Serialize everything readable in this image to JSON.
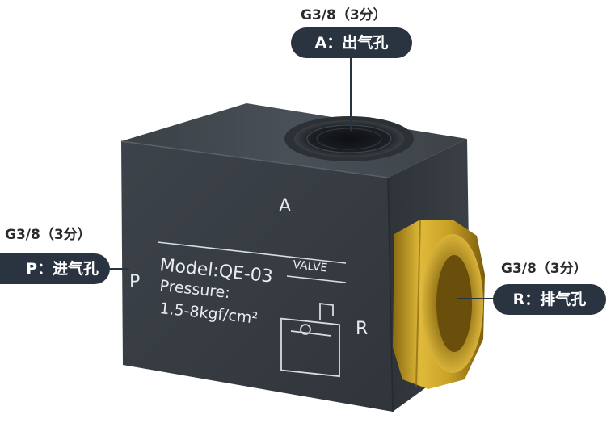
{
  "callouts": {
    "outlet": {
      "thread": "G3/8（3分）",
      "label": "A：出气孔"
    },
    "inlet": {
      "thread": "G3/8（3分）",
      "label": "P：进气孔"
    },
    "exhaust": {
      "thread": "G3/8（3分）",
      "label": "R：排气孔"
    }
  },
  "valve_body": {
    "port_letter_top": "A",
    "port_letter_left": "P",
    "port_letter_right": "R",
    "model": "Model:QE-03",
    "pressure_label": "Pressure:",
    "pressure_value": "1.5-8kgf/cm²",
    "valve_text": "VALVE"
  },
  "colors": {
    "pill_background": "#2a3440",
    "body_front": "#3a4047",
    "body_top": "#454b52",
    "brass": "#c9a227",
    "text_on_body": "#e9ecef"
  }
}
